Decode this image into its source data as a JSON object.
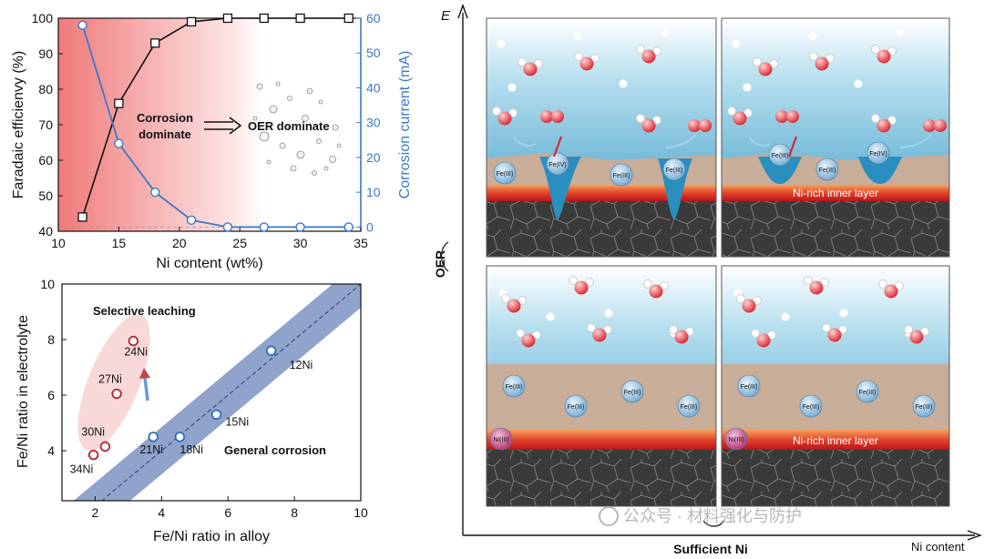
{
  "top_chart": {
    "bg_gradient": [
      "#f07a7a",
      "#ffffff"
    ],
    "left_color": "#111111",
    "right_color": "#3a78c8",
    "ylabel_left": "Faradaic efficienvy (%)",
    "ylabel_right": "Corrosion current (mA)",
    "xlabel": "Ni content (wt%)",
    "annot_corrosion": [
      "Corrosion",
      "dominate"
    ],
    "annot_oer": "OER dominate"
  },
  "bottom_chart": {
    "title_selective": "Selective leaching",
    "title_general": "General corrosion",
    "xlabel": "Fe/Ni ratio in alloy",
    "ylabel": "Fe/Ni ratio in electrolyte",
    "red_color": "#b8242c",
    "blue_color": "#2f6fbf",
    "band_color": "#7d93c2"
  },
  "chart_data": [
    {
      "type": "line",
      "x": [
        12,
        15,
        18,
        21,
        24,
        27,
        30,
        34
      ],
      "series": [
        {
          "name": "",
          "axis": "left",
          "values": [
            44,
            76,
            93,
            99,
            100,
            100,
            100,
            100
          ]
        },
        {
          "name": "",
          "axis": "right",
          "values": [
            58,
            24,
            10,
            2,
            0,
            0,
            0,
            0
          ]
        }
      ],
      "xlim": [
        10,
        35
      ],
      "xticks": [
        10,
        15,
        20,
        25,
        30,
        35
      ],
      "ylim_left": [
        40,
        100
      ],
      "yticks_left": [
        40,
        50,
        60,
        70,
        80,
        90,
        100
      ],
      "ylim_right": [
        -1.2,
        60
      ],
      "yticks_right": [
        0,
        10,
        20,
        30,
        40,
        50,
        60
      ],
      "xlabel": "Ni content (wt%)",
      "ylabel_left": "Faradaic efficienvy (%)",
      "ylabel_right": "Corrosion current (mA)"
    },
    {
      "type": "scatter",
      "xlim": [
        1,
        10
      ],
      "ylim": [
        2.2,
        10
      ],
      "xticks": [
        2,
        4,
        6,
        8,
        10
      ],
      "yticks": [
        4,
        6,
        8,
        10
      ],
      "xlabel": "Fe/Ni ratio in alloy",
      "ylabel": "Fe/Ni ratio in electrolyte",
      "points": [
        {
          "label": "24Ni",
          "x": 3.15,
          "y": 7.95,
          "group": "selective"
        },
        {
          "label": "27Ni",
          "x": 2.65,
          "y": 6.05,
          "group": "selective"
        },
        {
          "label": "30Ni",
          "x": 2.3,
          "y": 4.15,
          "group": "selective"
        },
        {
          "label": "34Ni",
          "x": 1.95,
          "y": 3.85,
          "group": "selective"
        },
        {
          "label": "21Ni",
          "x": 3.75,
          "y": 4.5,
          "group": "general"
        },
        {
          "label": "18Ni",
          "x": 4.55,
          "y": 4.5,
          "group": "general"
        },
        {
          "label": "15Ni",
          "x": 5.65,
          "y": 5.3,
          "group": "general"
        },
        {
          "label": "12Ni",
          "x": 7.3,
          "y": 7.6,
          "group": "general"
        }
      ],
      "reference_line": "y = x"
    }
  ],
  "schematic": {
    "y_axis_label": "E",
    "x_axis_label": "Ni content",
    "oer_label": "OER",
    "sufficient_label": "Sufficient Ni",
    "inner_layer_label": "Ni-rich inner layer",
    "ion_fe3": "Fe(III)",
    "ion_fe4": "Fe(IV)",
    "ion_ni3": "Ni(III)",
    "watermark": "公众号 · 材料强化与防护",
    "water_color": "#2a8fbe",
    "oxide_color": "#c8ad98",
    "layer_color": "#e2452a",
    "metal_color": "#3a3a3a"
  }
}
